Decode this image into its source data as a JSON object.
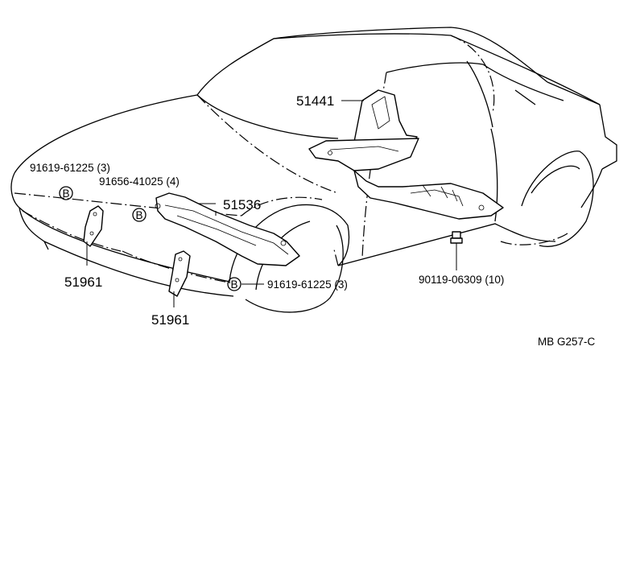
{
  "labels": {
    "part_51441": "51441",
    "part_51536": "51536",
    "part_51961_left": "51961",
    "part_51961_right": "51961",
    "bolt_top_left": "91619-61225 (3)",
    "bolt_mid": "91656-41025 (4)",
    "bolt_bottom": "91619-61225 (3)",
    "screw": "90119-06309 (10)",
    "ref_code": "MB  G257-C"
  },
  "markers": {
    "b_letter": "B"
  }
}
